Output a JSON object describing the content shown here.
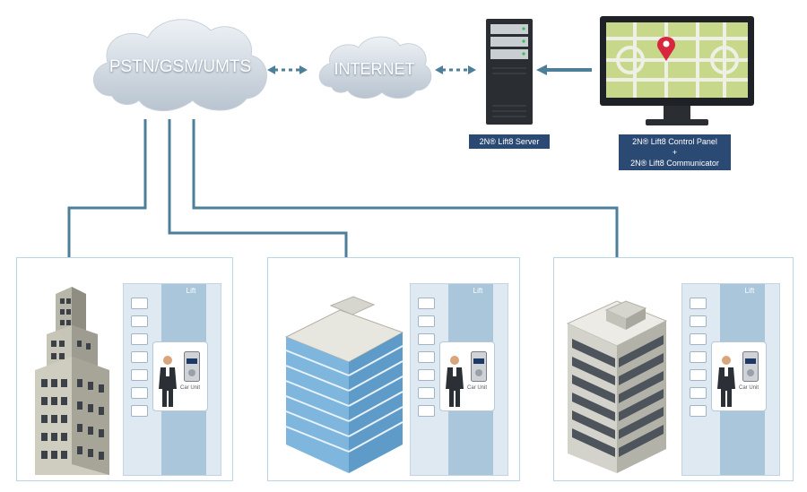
{
  "clouds": {
    "pstn": "PSTN/GSM/UMTS",
    "internet": "INTERNET"
  },
  "server": {
    "label": "2N® Lift8 Server"
  },
  "control": {
    "line1": "2N® Lift8 Control Panel",
    "line2": "+",
    "line3": "2N® Lift8 Communicator"
  },
  "lift_panels": [
    {
      "title": "Lift",
      "car_label": "Car Unit"
    },
    {
      "title": "Lift",
      "car_label": "Car Unit"
    },
    {
      "title": "Lift",
      "car_label": "Car Unit"
    }
  ],
  "colors": {
    "line": "#4e7f9a",
    "cloud": "#cfd8e2",
    "panel_border": "#b9d4e6",
    "tag_bg": "#2b4a73",
    "shaft": "#8fb6d0"
  }
}
